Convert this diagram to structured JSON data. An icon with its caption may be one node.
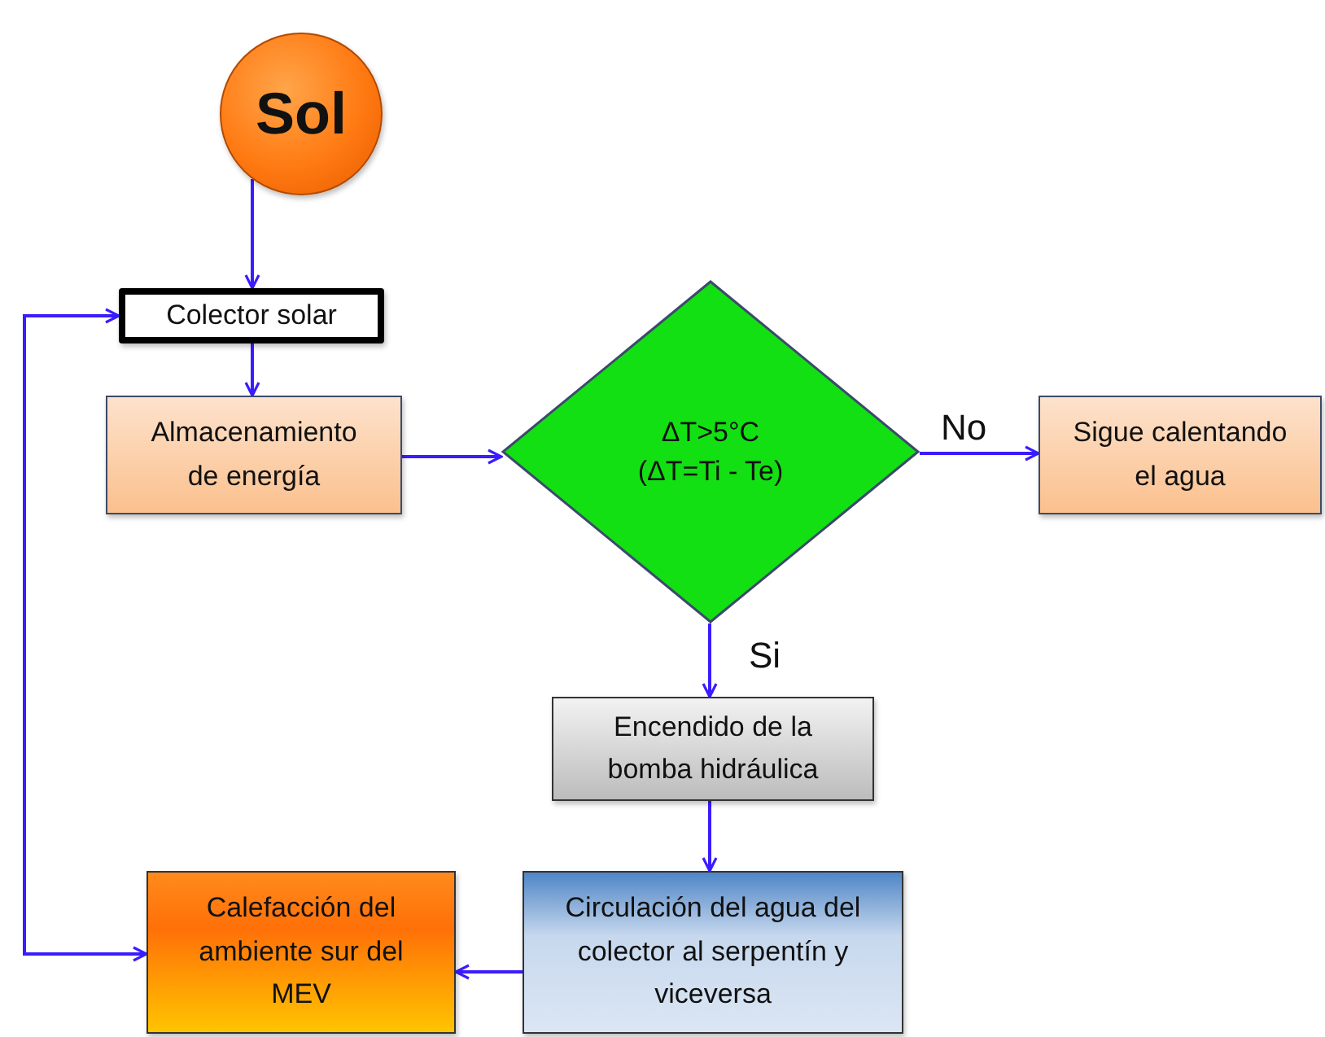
{
  "diagram": {
    "nodes": [
      {
        "text": [
          "Sol"
        ]
      },
      {
        "text": [
          "Colector solar"
        ]
      },
      {
        "text": [
          "Almacenamiento de energía"
        ]
      },
      {
        "text": [
          "ΔT>5°C",
          "(ΔT=Ti - Te)"
        ]
      },
      {
        "text": [
          "Sigue calentando el agua"
        ]
      },
      {
        "text": [
          "Encendido de la bomba hidráulica"
        ]
      },
      {
        "text": [
          "Circulación del agua del colector al serpentín y viceversa"
        ]
      },
      {
        "text": [
          "Calefacción del ambiente sur del MEV"
        ]
      }
    ],
    "edges": [
      {
        "from": 0,
        "to": 1,
        "arrow": "to"
      },
      {
        "from": 1,
        "to": 2,
        "arrow": "to"
      },
      {
        "from": 2,
        "to": 3,
        "arrow": "to"
      },
      {
        "from": 3,
        "to": 4,
        "arrow": "to",
        "label": "No"
      },
      {
        "from": 3,
        "to": 5,
        "arrow": "to",
        "label": "Si"
      },
      {
        "from": 5,
        "to": 6,
        "arrow": "to"
      },
      {
        "from": 6,
        "to": 7,
        "arrow": "to"
      },
      {
        "from": 7,
        "to": 1,
        "arrow": "both"
      }
    ]
  }
}
